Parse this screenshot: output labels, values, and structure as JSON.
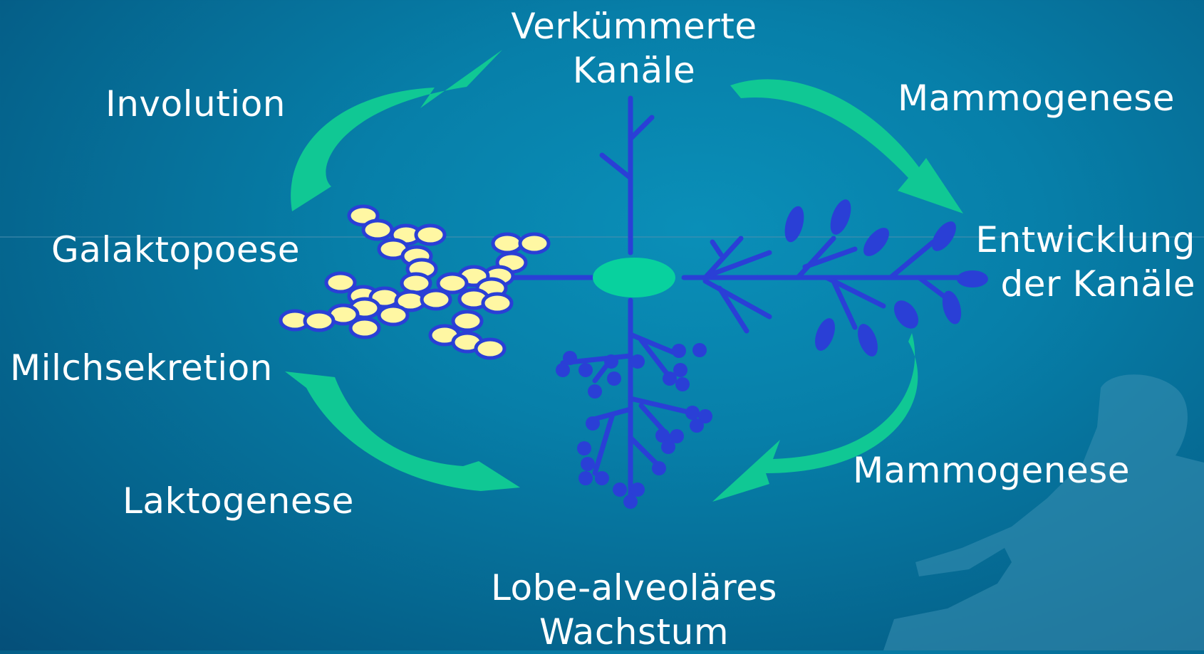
{
  "labels": {
    "verkuemmerte_line1": "Verkümmerte",
    "verkuemmerte_line2": "Kanäle",
    "involution": "Involution",
    "mammogenese_top": "Mammogenese",
    "entwicklung_line1": "Entwicklung",
    "entwicklung_line2": "der Kanäle",
    "galaktopoese": "Galaktopoese",
    "milchsekretion": "Milchsekretion",
    "laktogenese": "Laktogenese",
    "mammogenese_bottom": "Mammogenese",
    "lobe_line1": "Lobe-alveoläres",
    "lobe_line2": "Wachstum"
  },
  "colors": {
    "background": "#077fa9",
    "arrow": "#10c894",
    "duct": "#2a3fd6",
    "alveolus_fill": "#fff7a3",
    "alveolus_stroke": "#2a3fd6",
    "center": "#08d19e"
  }
}
